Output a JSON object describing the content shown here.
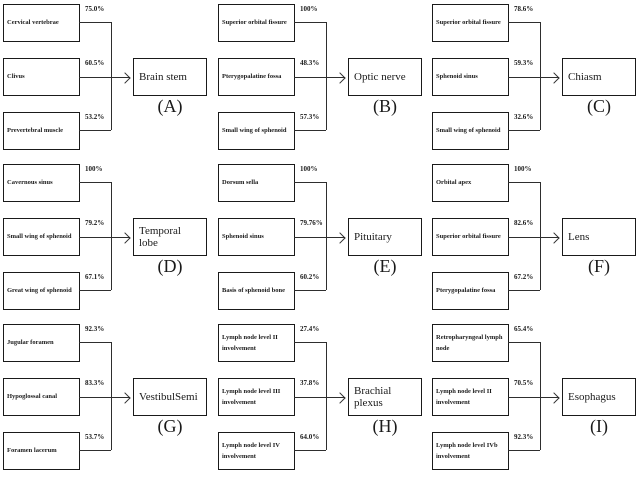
{
  "figure": {
    "description": "Flow diagram: anatomical sites with involvement percentages pointing to organs at risk, panels (A) through (I)"
  },
  "groups": [
    {
      "letter": "(A)",
      "target": "Brain stem",
      "sources": [
        {
          "label": "Cervical vertebrae",
          "pct": "75.0%"
        },
        {
          "label": "Clivus",
          "pct": "60.5%"
        },
        {
          "label": "Prevertebral muscle",
          "pct": "53.2%"
        }
      ]
    },
    {
      "letter": "(B)",
      "target": "Optic nerve",
      "sources": [
        {
          "label": "Superior orbital fissure",
          "pct": "100%"
        },
        {
          "label": "Pterygopalatine fossa",
          "pct": "48.3%"
        },
        {
          "label": "Small wing of sphenoid",
          "pct": "57.3%"
        }
      ]
    },
    {
      "letter": "(C)",
      "target": "Chiasm",
      "sources": [
        {
          "label": "Superior orbital fissure",
          "pct": "78.6%"
        },
        {
          "label": "Sphenoid sinus",
          "pct": "59.3%"
        },
        {
          "label": "Small wing of sphenoid",
          "pct": "32.6%"
        }
      ]
    },
    {
      "letter": "(D)",
      "target": "Temporal lobe",
      "sources": [
        {
          "label": "Cavernous sinus",
          "pct": "100%"
        },
        {
          "label": "Small wing of sphenoid",
          "pct": "79.2%"
        },
        {
          "label": "Great wing of sphenoid",
          "pct": "67.1%"
        }
      ]
    },
    {
      "letter": "(E)",
      "target": "Pituitary",
      "sources": [
        {
          "label": "Dorsum sella",
          "pct": "100%"
        },
        {
          "label": "Sphenoid sinus",
          "pct": "79.76%"
        },
        {
          "label": "Basis of sphenoid bone",
          "pct": "60.2%"
        }
      ]
    },
    {
      "letter": "(F)",
      "target": "Lens",
      "sources": [
        {
          "label": "Orbital apex",
          "pct": "100%"
        },
        {
          "label": "Superior orbital fissure",
          "pct": "82.6%"
        },
        {
          "label": "Pterygopalatine fossa",
          "pct": "67.2%"
        }
      ]
    },
    {
      "letter": "(G)",
      "target": "VestibulSemi",
      "sources": [
        {
          "label": "Jugular foramen",
          "pct": "92.3%"
        },
        {
          "label": "Hypoglossal canal",
          "pct": "83.3%"
        },
        {
          "label": "Foramen lacerum",
          "pct": "53.7%"
        }
      ]
    },
    {
      "letter": "(H)",
      "target": "Brachial plexus",
      "sources": [
        {
          "label": "Lymph node level II involvement",
          "pct": "27.4%"
        },
        {
          "label": "Lymph node level III involvement",
          "pct": "37.8%"
        },
        {
          "label": "Lymph node level IV involvement",
          "pct": "64.0%"
        }
      ]
    },
    {
      "letter": "(I)",
      "target": "Esophagus",
      "sources": [
        {
          "label": "Retropharyngeal lymph node",
          "pct": "65.4%"
        },
        {
          "label": "Lymph node level II involvement",
          "pct": "70.5%"
        },
        {
          "label": "Lymph node level IVb involvement",
          "pct": "92.3%"
        }
      ]
    }
  ]
}
